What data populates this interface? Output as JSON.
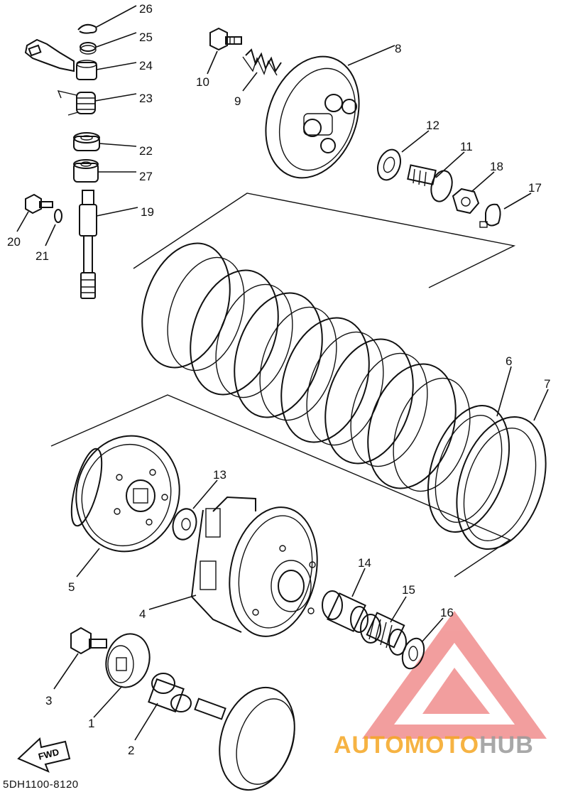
{
  "diagram": {
    "part_labels": [
      "1",
      "2",
      "3",
      "4",
      "5",
      "6",
      "7",
      "8",
      "9",
      "10",
      "11",
      "12",
      "13",
      "14",
      "15",
      "16",
      "17",
      "18",
      "19",
      "20",
      "21",
      "22",
      "23",
      "24",
      "25",
      "26",
      "27"
    ],
    "direction_marker": "FWD",
    "drawing_code": "5DH1100-8120"
  },
  "watermark": {
    "text_part1": "AUTO",
    "text_part2": "MOTO",
    "text_part3": "HUB",
    "color_orange": "#f5a623",
    "color_gray": "#9a9a9a",
    "logo_color": "#e85050"
  }
}
